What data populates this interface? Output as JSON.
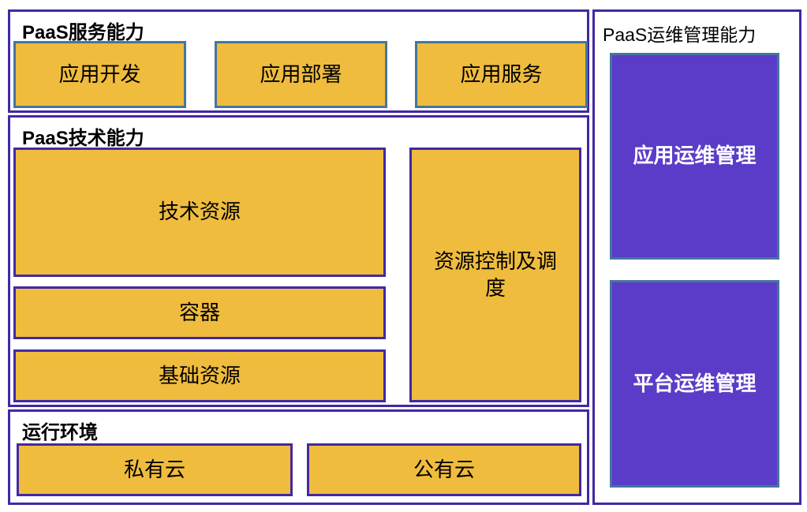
{
  "service_section": {
    "title": "PaaS服务能力",
    "boxes": [
      {
        "label": "应用开发"
      },
      {
        "label": "应用部署"
      },
      {
        "label": "应用服务"
      }
    ]
  },
  "tech_section": {
    "title": "PaaS技术能力",
    "stack_boxes": [
      {
        "label": "技术资源"
      },
      {
        "label": "容器"
      },
      {
        "label": "基础资源"
      }
    ],
    "side_box": {
      "label": "资源控制及调度"
    }
  },
  "runtime_section": {
    "title": "运行环境",
    "boxes": [
      {
        "label": "私有云"
      },
      {
        "label": "公有云"
      }
    ]
  },
  "ops_section": {
    "title": "PaaS运维管理能力",
    "boxes": [
      {
        "label": "应用运维管理"
      },
      {
        "label": "平台运维管理"
      }
    ]
  },
  "colors": {
    "container_border": "#4328A5",
    "orange_fill": "#EFBC3E",
    "steel_blue_border": "#44769D",
    "purple_fill": "#5B3CC8",
    "background": "#FFFFFF"
  }
}
